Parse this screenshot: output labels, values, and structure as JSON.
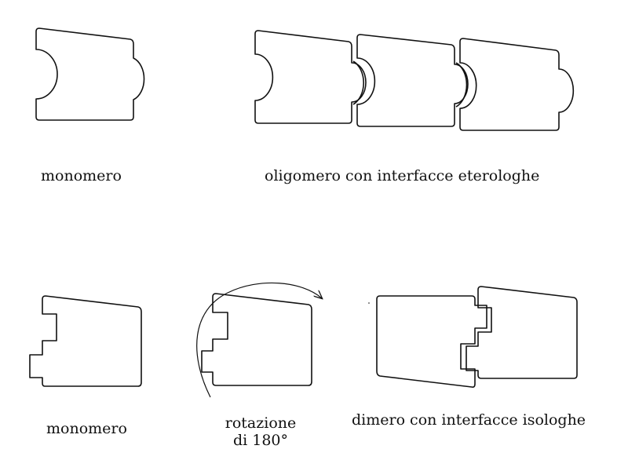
{
  "labels": {
    "top_monomer": "monomero",
    "top_oligomer": "oligomero con interfacce eterologhe",
    "bottom_monomer": "monomero",
    "rotation_line1": "rotazione",
    "rotation_line2": "di 180°",
    "bottom_dimer": "dimero con interfacce isologhe"
  },
  "colors": {
    "ink": "#111111",
    "background": "#ffffff"
  },
  "icons": {
    "rotation_arrow": "curved-arrow-icon"
  }
}
